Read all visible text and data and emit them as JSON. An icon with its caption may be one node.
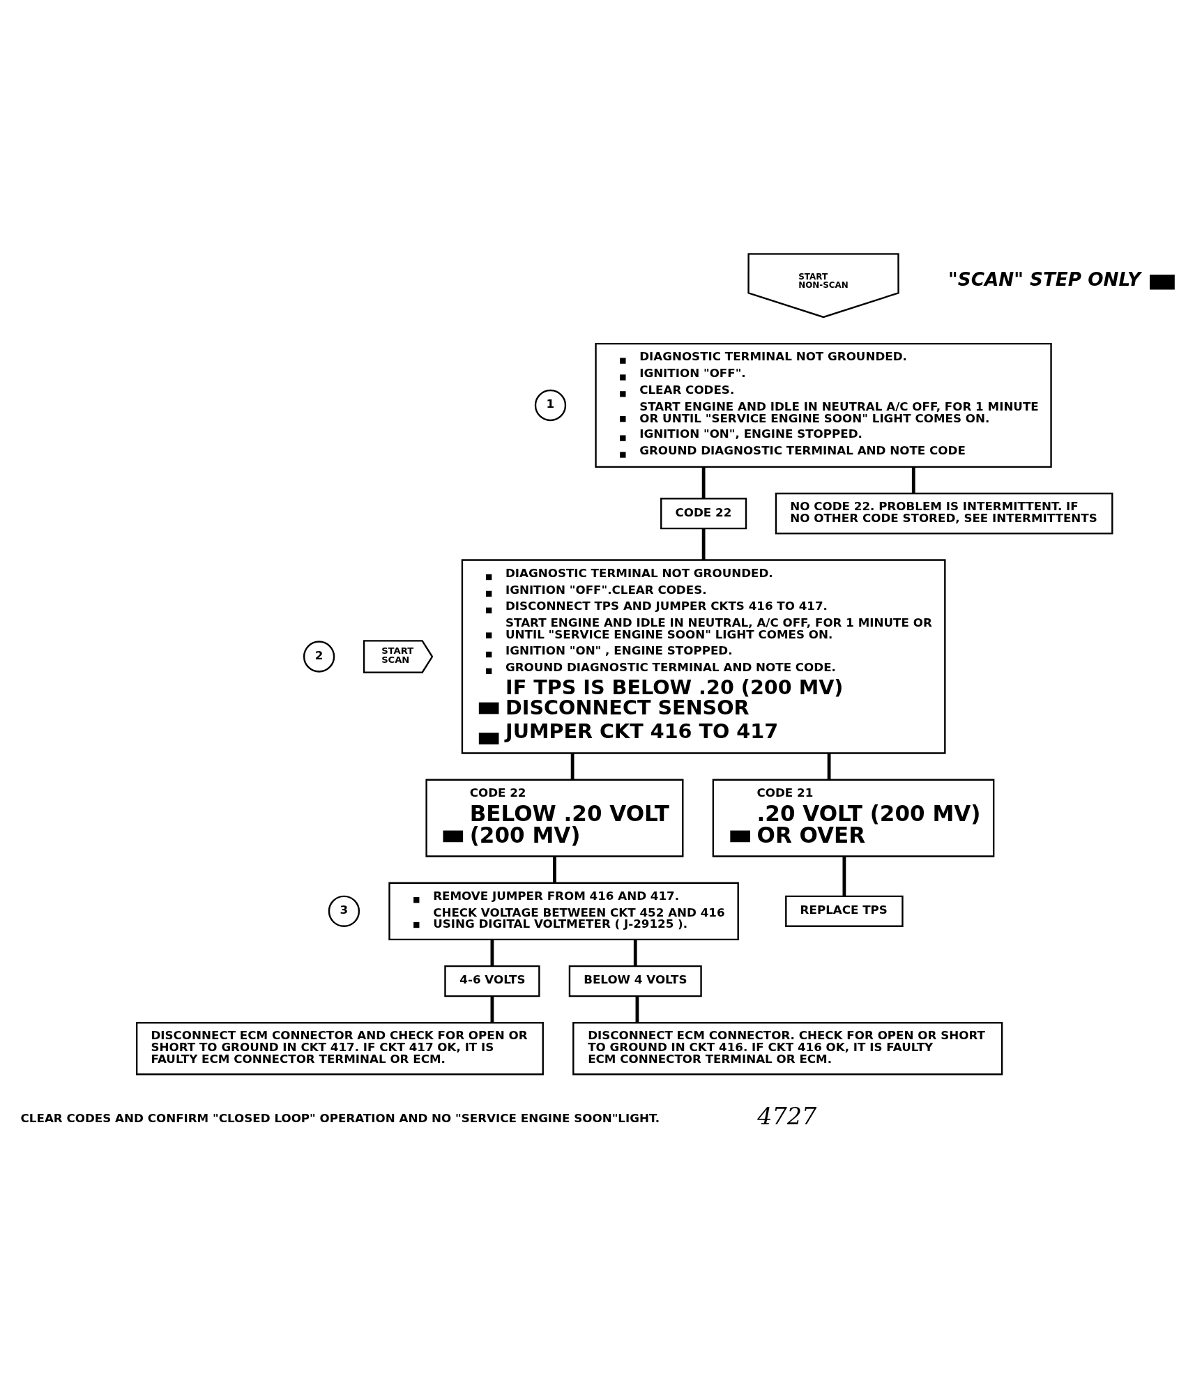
{
  "diagram": {
    "nodes": [
      {
        "text": [
          "START NON-SCAN"
        ]
      },
      {
        "text": [
          "1"
        ]
      },
      {
        "text": [
          "DIAGNOSTIC TERMINAL NOT GROUNDED.",
          "IGNITION \"OFF\".",
          "CLEAR CODES.",
          "START ENGINE AND IDLE IN NEUTRAL A/C OFF, FOR 1 MINUTE OR UNTIL \"SERVICE ENGINE SOON\" LIGHT COMES ON.",
          "IGNITION \"ON\", ENGINE STOPPED.",
          "GROUND DIAGNOSTIC TERMINAL AND NOTE CODE"
        ]
      },
      {
        "text": [
          "CODE 22"
        ]
      },
      {
        "text": [
          "NO CODE 22. PROBLEM IS INTERMITTENT. IF NO OTHER CODE STORED, SEE INTERMITTENTS"
        ]
      },
      {
        "text": [
          "2"
        ]
      },
      {
        "text": [
          "DIAGNOSTIC TERMINAL NOT GROUNDED.",
          "IGNITION \"OFF\".CLEAR CODES.",
          "DISCONNECT TPS AND JUMPER CKTS 416 TO 417.",
          "START ENGINE AND IDLE IN NEUTRAL, A/C OFF, FOR 1 MINUTE OR UNTIL \"SERVICE ENGINE SOON\" LIGHT COMES ON.",
          "IGNITION \"ON\" , ENGINE STOPPED.",
          "GROUND DIAGNOSTIC TERMINAL AND NOTE CODE.",
          "IF TPS IS BELOW .20 (200 MV) DISCONNECT SENSOR",
          "JUMPER CKT 416 TO 417"
        ]
      },
      {
        "text": [
          "START SCAN"
        ]
      },
      {
        "text": [
          "CODE 22",
          "BELOW .20 VOLT (200 MV)"
        ]
      },
      {
        "text": [
          "CODE 21",
          ".20 VOLT (200 MV) OR OVER"
        ]
      },
      {
        "text": [
          "3"
        ]
      },
      {
        "text": [
          "REMOVE JUMPER FROM 416 AND 417.",
          "CHECK VOLTAGE BETWEEN CKT 452 AND 416 USING DIGITAL VOLTMETER ( J-29125 )."
        ]
      },
      {
        "text": [
          "REPLACE TPS"
        ]
      },
      {
        "text": [
          "4-6 VOLTS"
        ]
      },
      {
        "text": [
          "BELOW 4 VOLTS"
        ]
      },
      {
        "text": [
          "DISCONNECT ECM CONNECTOR AND CHECK FOR OPEN OR SHORT TO GROUND IN CKT 417. IF CKT 417 OK, IT IS FAULTY ECM CONNECTOR TERMINAL OR ECM."
        ]
      },
      {
        "text": [
          "DISCONNECT ECM CONNECTOR. CHECK FOR OPEN OR SHORT TO GROUND IN CKT 416. IF CKT 416 OK, IT IS FAULTY ECM CONNECTOR TERMINAL OR ECM."
        ]
      }
    ],
    "edges": [
      {
        "from": 2,
        "to": 3,
        "arrow": "none"
      },
      {
        "from": 2,
        "to": 4,
        "arrow": "none"
      },
      {
        "from": 3,
        "to": 6,
        "arrow": "none"
      },
      {
        "from": 6,
        "to": 8,
        "arrow": "none"
      },
      {
        "from": 6,
        "to": 9,
        "arrow": "none"
      },
      {
        "from": 8,
        "to": 11,
        "arrow": "none"
      },
      {
        "from": 9,
        "to": 12,
        "arrow": "none"
      },
      {
        "from": 11,
        "to": 13,
        "arrow": "none"
      },
      {
        "from": 11,
        "to": 14,
        "arrow": "none"
      },
      {
        "from": 13,
        "to": 15,
        "arrow": "none"
      },
      {
        "from": 14,
        "to": 16,
        "arrow": "none"
      }
    ],
    "labels": [
      "CLEAR CODES AND CONFIRM \"CLOSED LOOP\" OPERATION AND NO \"SERVICE ENGINE SOON\"LIGHT.",
      "4727"
    ],
    "legend": [
      {
        "text": "\"SCAN\" STEP ONLY",
        "color": "#000000"
      }
    ]
  }
}
